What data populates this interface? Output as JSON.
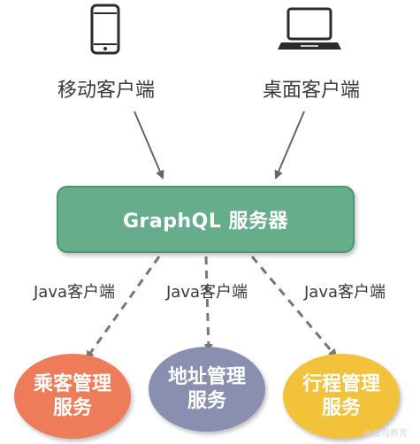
{
  "clients": {
    "mobile": {
      "label": "移动客户端",
      "icon": "smartphone-icon"
    },
    "desktop": {
      "label": "桌面客户端",
      "icon": "laptop-icon"
    }
  },
  "server": {
    "label": "GraphQL 服务器",
    "color": "#66ad8b"
  },
  "edges": {
    "java_client_label": "Java客户端"
  },
  "services": [
    {
      "line1": "乘客管理",
      "line2": "服务",
      "color": "#ee7c5b"
    },
    {
      "line1": "地址管理",
      "line2": "服务",
      "color": "#8a8fb0"
    },
    {
      "line1": "行程管理",
      "line2": "服务",
      "color": "#f2c23a"
    }
  ],
  "watermark": "@拉勾教育"
}
